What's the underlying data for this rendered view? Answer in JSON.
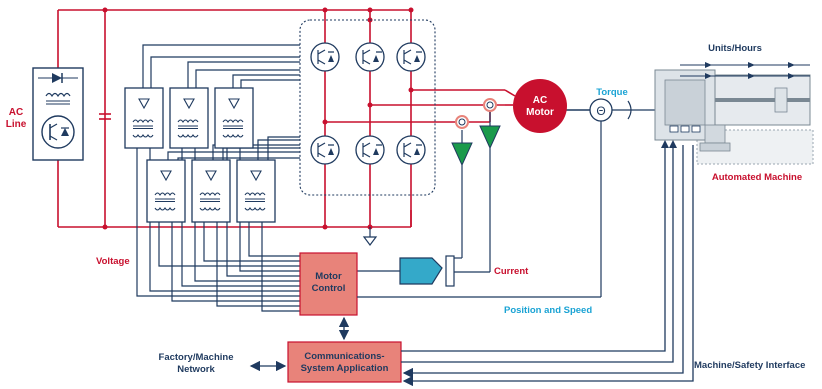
{
  "labels": {
    "ac_line": [
      "AC",
      "Line"
    ],
    "voltage": "Voltage",
    "current": "Current",
    "torque": "Torque",
    "units_hours": "Units/Hours",
    "automated_machine": "Automated Machine",
    "position_speed": "Position and Speed",
    "factory_network": [
      "Factory/Machine",
      "Network"
    ],
    "machine_safety": "Machine/Safety Interface",
    "motor_control": [
      "Motor",
      "Control"
    ],
    "comms": [
      "Communications-",
      "System Application"
    ],
    "ac_motor": [
      "AC",
      "Motor"
    ],
    "encoder_symbol": "Θ"
  },
  "colors": {
    "red": "#c8102e",
    "navy": "#1f3a5f",
    "cyan": "#1aa3d4",
    "green": "#1a9a4b",
    "salmon": "#e8837a",
    "teal_block": "#34a9c9"
  }
}
